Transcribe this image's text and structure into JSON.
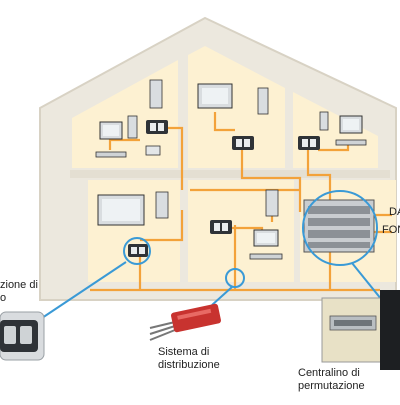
{
  "labels": {
    "outlet_caption_line1": "zione di",
    "outlet_caption_line2": "o",
    "distribution_line1": "Sistema di",
    "distribution_line2": "distribuzione",
    "panel_line1": "Centralino di",
    "panel_line2": "permutazione",
    "side_label_top": "DA",
    "side_label_bottom": "FON"
  },
  "colors": {
    "house_outline": "#e6e1d6",
    "room_fill": "#fdf1d2",
    "cable": "#f3a23a",
    "callout": "#3a9ad6",
    "equipment": "#bfc3c7",
    "outlet_plate": "#2f3338"
  }
}
